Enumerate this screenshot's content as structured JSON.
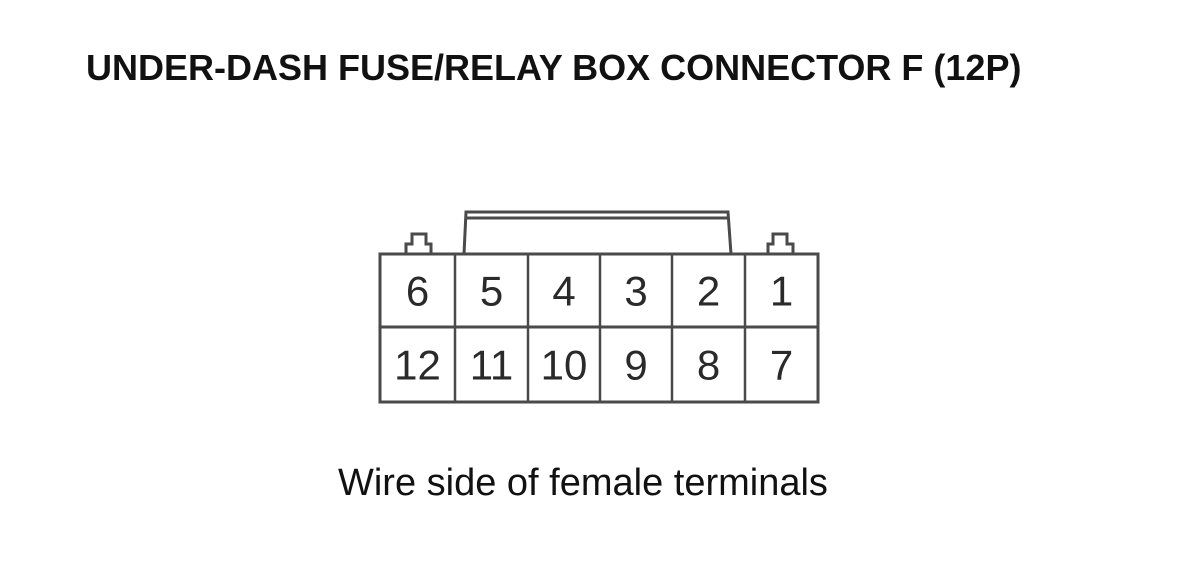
{
  "title": "UNDER-DASH FUSE/RELAY BOX CONNECTOR F (12P)",
  "caption": "Wire side of female terminals",
  "connector": {
    "pin_count": 12,
    "rows": [
      [
        "6",
        "5",
        "4",
        "3",
        "2",
        "1"
      ],
      [
        "12",
        "11",
        "10",
        "9",
        "8",
        "7"
      ]
    ]
  },
  "colors": {
    "line": "#4a4a4a",
    "text": "#111111"
  }
}
